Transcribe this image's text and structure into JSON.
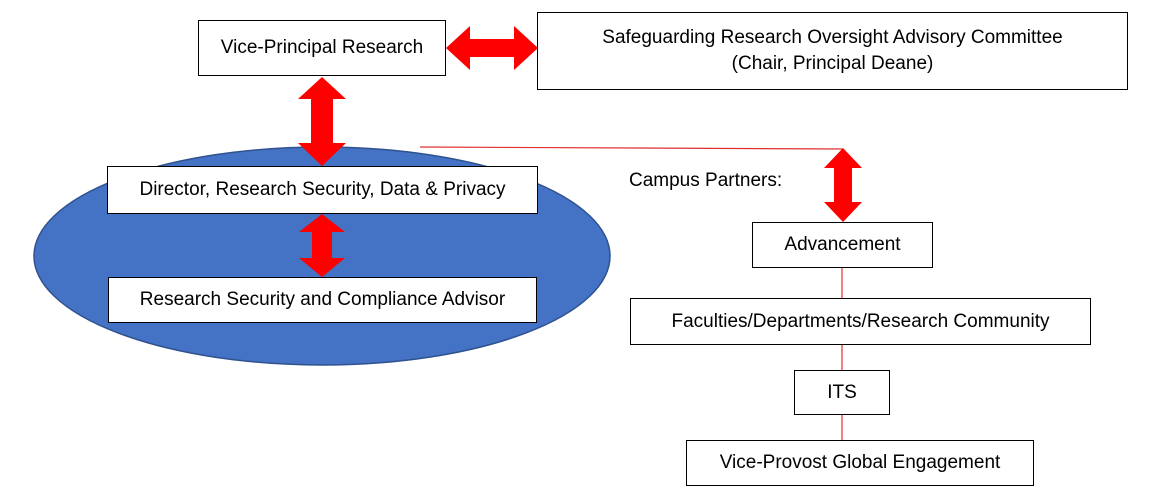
{
  "colors": {
    "arrow": "#ff0000",
    "connector": "#e03030",
    "ellipse_fill": "#4472c4",
    "ellipse_stroke": "#2f528f",
    "box_border": "#000000",
    "box_fill": "#ffffff"
  },
  "nodes": {
    "vice_principal": "Vice-Principal Research",
    "committee_line1": "Safeguarding Research Oversight Advisory Committee",
    "committee_line2": "(Chair, Principal Deane)",
    "director": "Director, Research Security, Data & Privacy",
    "advisor": "Research Security and Compliance Advisor",
    "campus_partners_label": "Campus Partners:",
    "advancement": "Advancement",
    "faculties": "Faculties/Departments/Research Community",
    "its": "ITS",
    "vice_provost": "Vice-Provost Global Engagement"
  }
}
